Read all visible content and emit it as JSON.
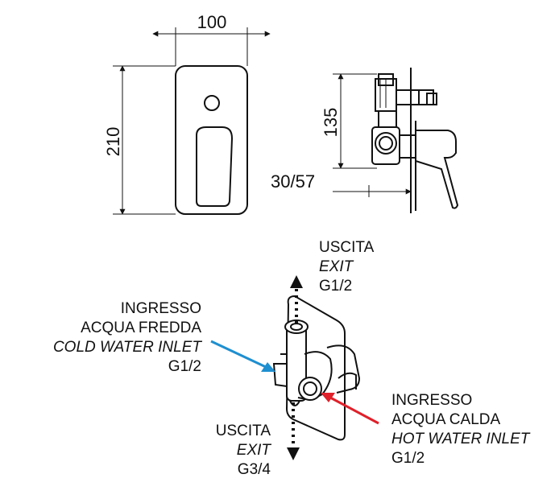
{
  "dimensions": {
    "width": "100",
    "height": "210",
    "depth_135": "135",
    "depth_range": "30/57"
  },
  "labels": {
    "exit_top": {
      "it": "USCITA",
      "en": "EXIT",
      "size": "G1/2"
    },
    "cold_inlet": {
      "line1": "INGRESSO",
      "line2": "ACQUA FREDDA",
      "en": "COLD WATER INLET",
      "size": "G1/2"
    },
    "hot_inlet": {
      "line1": "INGRESSO",
      "line2": "ACQUA CALDA",
      "en": "HOT WATER INLET",
      "size": "G1/2"
    },
    "exit_bottom": {
      "it": "USCITA",
      "en": "EXIT",
      "size": "G3/4"
    }
  },
  "colors": {
    "cold_arrow": "#1e8fd0",
    "hot_arrow": "#e0202a",
    "line": "#111111"
  }
}
